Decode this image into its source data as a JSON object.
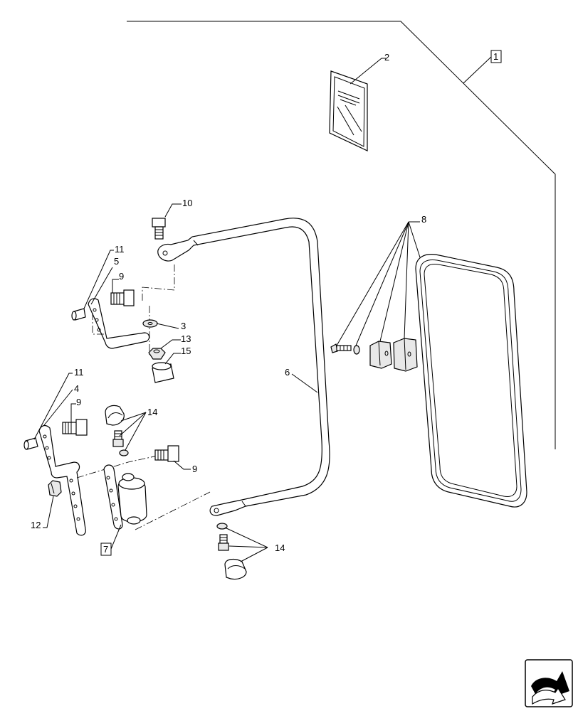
{
  "callouts": {
    "c1": "1",
    "c2": "2",
    "c3": "3",
    "c4": "4",
    "c5": "5",
    "c6": "6",
    "c7": "7",
    "c8": "8",
    "c9a": "9",
    "c9b": "9",
    "c9c": "9",
    "c10": "10",
    "c11a": "11",
    "c11b": "11",
    "c12": "12",
    "c13": "13",
    "c14a": "14",
    "c14b": "14",
    "c15": "15"
  },
  "icons": {
    "navigation": "next-page-arrow-icon"
  }
}
